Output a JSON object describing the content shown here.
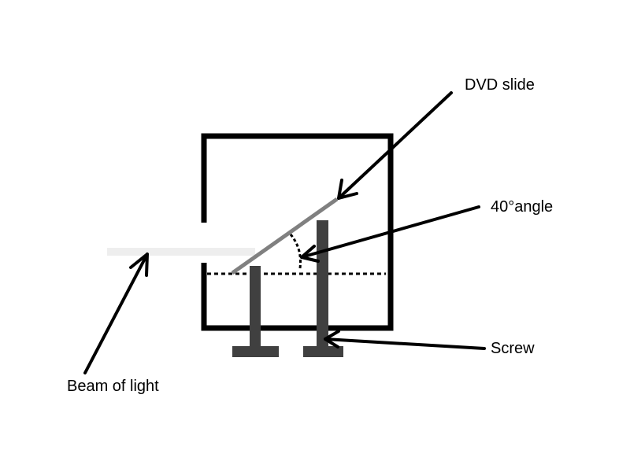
{
  "labels": {
    "dvd_slide": "DVD slide",
    "angle": "40°angle",
    "screw": "Screw",
    "beam": "Beam of light"
  },
  "colors": {
    "background": "#ffffff",
    "box": "#000000",
    "slide": "#808080",
    "screw": "#404040",
    "beam": "#eeeeee",
    "arrow": "#000000"
  },
  "icons": {
    "arrow": "arrow-icon"
  }
}
